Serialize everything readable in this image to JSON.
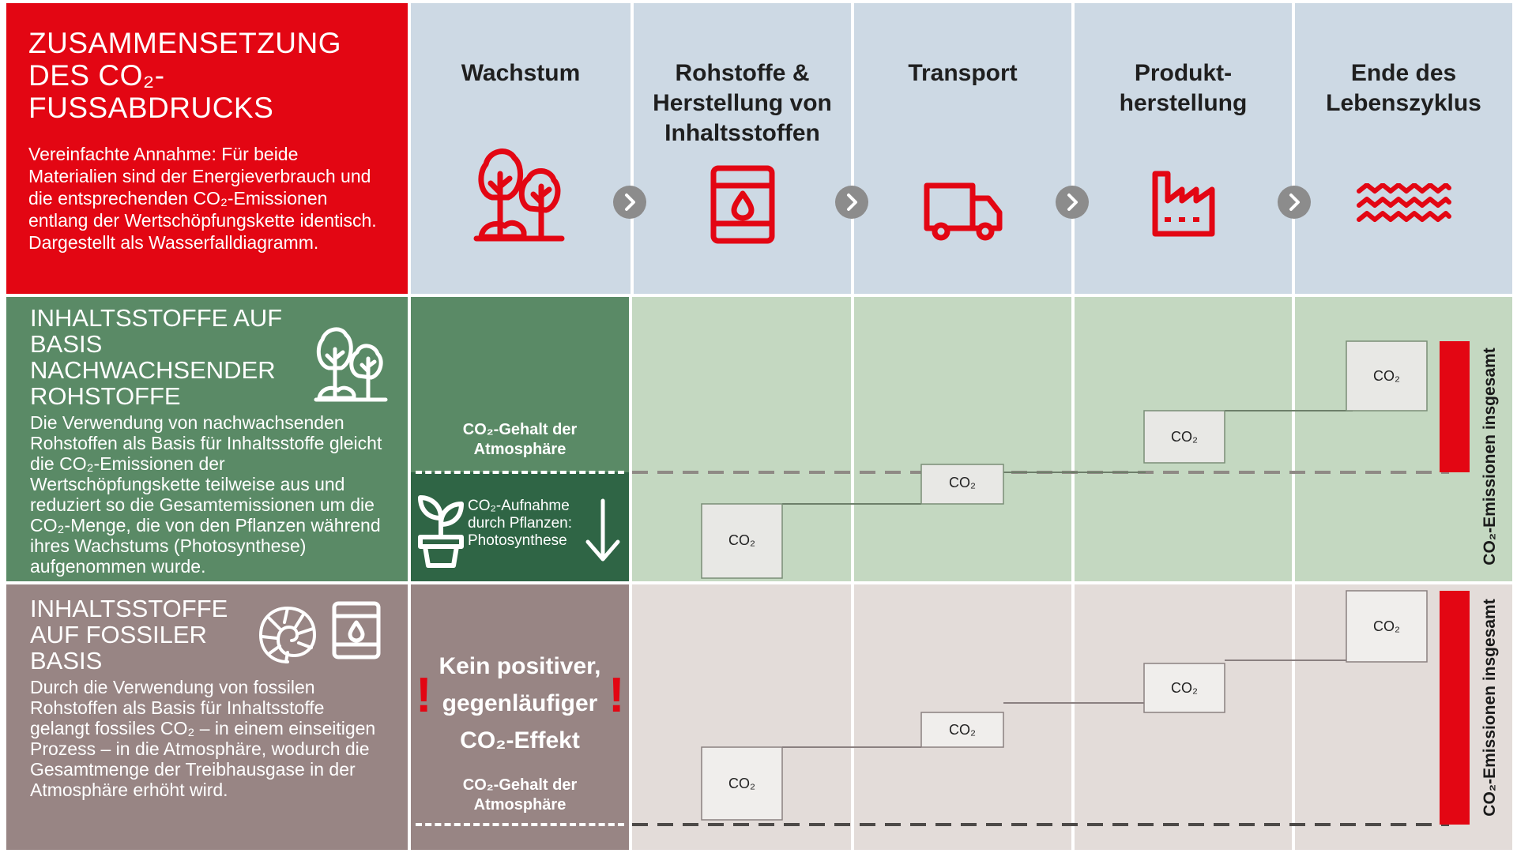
{
  "header": {
    "title": "ZUSAMMENSETZUNG\nDES CO₂-FUßABDRUCKS",
    "intro": "Vereinfachte Annahme: Für beide Materialien sind der Energieverbrauch und die entsprechenden CO₂-Emissionen entlang der Wertschöpfungskette identisch. Dargestellt als Wasserfalldiagramm."
  },
  "steps": [
    {
      "title": "Wachstum",
      "icon": "trees-icon"
    },
    {
      "title": "Rohstoffe &\nHerstellung von\nInhaltsstoffen",
      "icon": "barrel-icon"
    },
    {
      "title": "Transport",
      "icon": "truck-icon"
    },
    {
      "title": "Produkt-\nherstellung",
      "icon": "factory-icon"
    },
    {
      "title": "Ende des\nLebenszyklus",
      "icon": "waves-icon"
    }
  ],
  "renewable": {
    "title": "INHALTSSTOFFE  AUF\nBASIS\nNACHWACHSENDER\nROHSTOFFE",
    "description": "Die Verwendung von nachwachsenden Rohstoffen als Basis für Inhaltsstoffe gleicht die CO₂-Emissionen der Wertschöpfungskette teilweise aus und reduziert so die Gesamtemissionen um die CO₂-Menge, die von den Pflanzen während ihres Wachstums (Photosynthese) aufgenommen wurde.",
    "atmosphere_label": "CO₂-Gehalt der Atmosphäre",
    "uptake_label": "CO₂-Aufnahme durch Pflanzen: Photosynthese",
    "total_label": "CO₂-Emissionen insgesamt",
    "block_label": "CO₂"
  },
  "fossil": {
    "title": "INHALTSSTOFFE\nAUF FOSSILER\nBASIS",
    "description": "Durch die Verwendung von fossilen Rohstoffen als Basis für Inhaltsstoffe gelangt fossiles CO₂ – in einem einseitigen Prozess – in die Atmosphäre, wodurch die Gesamtmenge der Treibhausgase in der Atmosphäre erhöht wird.",
    "warning": "Kein positiver,\ngegenläufiger\nCO₂-Effekt",
    "atmosphere_label": "CO₂-Gehalt der Atmosphäre",
    "total_label": "CO₂-Emissionen insgesamt",
    "block_label": "CO₂"
  },
  "colors": {
    "red": "#e30613",
    "header_blue": "#cdd9e4",
    "green": "#5a8a66",
    "dark_green": "#2f6545",
    "light_green": "#c4d8c1",
    "brown": "#988584",
    "light_brown": "#e3dcd9"
  }
}
